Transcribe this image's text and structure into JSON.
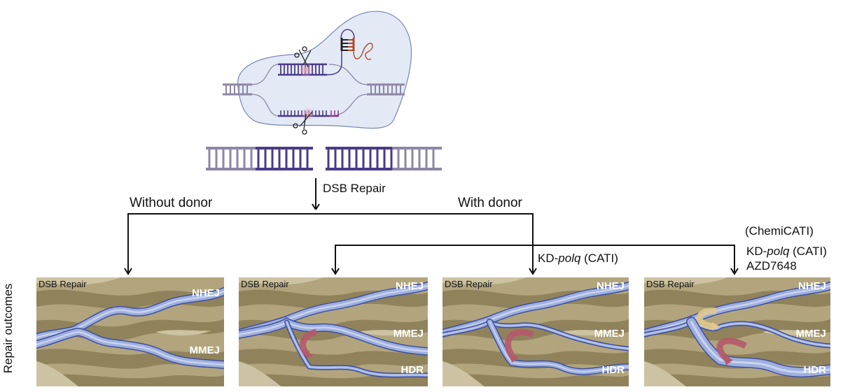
{
  "labels": {
    "dsb_repair": "DSB Repair",
    "without_donor": "Without donor",
    "with_donor": "With donor",
    "chemicati": "(ChemiCATI)",
    "kd_prefix": "KD-",
    "polq": "polq",
    "cati": " (CATI)",
    "azd": "AZD7648",
    "y_axis": "Repair outcomes"
  },
  "colors": {
    "nucleus_fill": "#e3eaf6",
    "nucleus_stroke": "#7784b8",
    "dna_dark": "#4b3a8a",
    "dna_light": "#8e86a6",
    "guide_rna": "#b04a2a",
    "pam_highlight": "#8b3f8a",
    "terrain_base": "#b2a57d",
    "terrain_dark": "#8a7c56",
    "terrain_light": "#cdc3a2",
    "river_fill": "#9fb0de",
    "river_stroke": "#3d4fa0",
    "arrow_red": "#b5596a",
    "arrow_yellow": "#e2c98a"
  },
  "panels": [
    {
      "title": "DSB Repair",
      "outcomes": [
        "NHEJ",
        "MMEJ"
      ],
      "condition": "Without donor"
    },
    {
      "title": "DSB Repair",
      "outcomes": [
        "NHEJ",
        "MMEJ",
        "HDR"
      ],
      "condition": "With donor"
    },
    {
      "title": "DSB Repair",
      "outcomes": [
        "NHEJ",
        "MMEJ",
        "HDR"
      ],
      "condition": "KD-polq (CATI)"
    },
    {
      "title": "DSB Repair",
      "outcomes": [
        "NHEJ",
        "MMEJ",
        "HDR"
      ],
      "condition": "(ChemiCATI) KD-polq (CATI) AZD7648"
    }
  ]
}
